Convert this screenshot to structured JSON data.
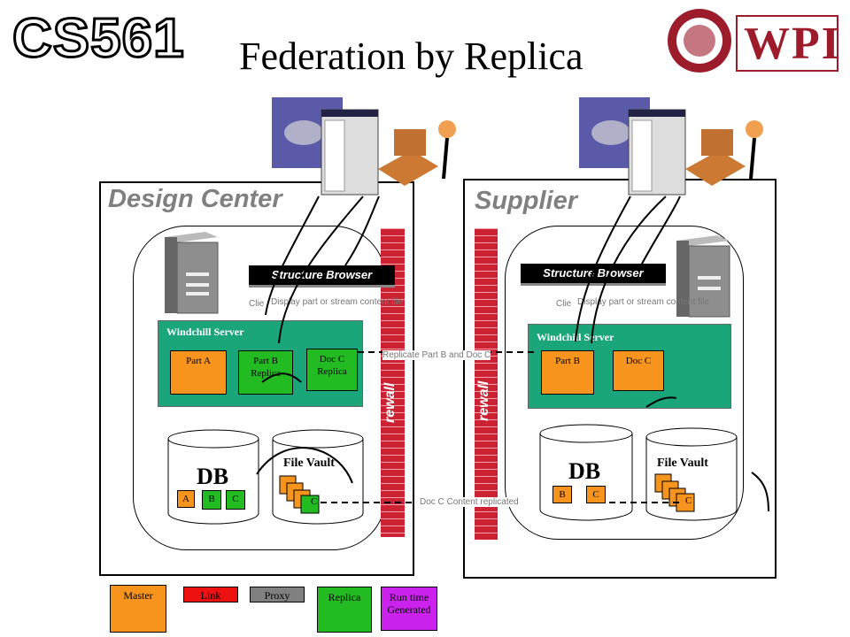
{
  "header": {
    "title": "Federation by Replica",
    "course_logo": "CS561",
    "brand_logo": "WPI"
  },
  "design_center": {
    "title": "Design Center",
    "structure_browser": "Structure Browser",
    "client_partial": "Clie",
    "display_note": "Display part or stream content file",
    "server_label": "Windchill Server",
    "docs": [
      "Part A",
      "Part B\nReplica",
      "Doc C\nReplica"
    ],
    "db_label": "DB",
    "db_items": [
      "A",
      "B",
      "C"
    ],
    "vault_label": "File Vault",
    "vault_item": "C"
  },
  "supplier": {
    "title": "Supplier",
    "structure_browser": "Structure Browser",
    "client_partial": "Clie",
    "display_note": "Display part or stream content file",
    "server_label": "Windchill Server",
    "docs": [
      "Part B",
      "Doc C"
    ],
    "db_label": "DB",
    "db_items": [
      "B",
      "C"
    ],
    "vault_label": "File Vault",
    "vault_item": "C"
  },
  "firewall_text": "rewall",
  "replicate_note": "Replicate Part B and Doc C",
  "content_note": "Doc C Content replicated",
  "legend": [
    "Master",
    "Link",
    "Proxy",
    "Replica",
    "Run time\nGenerated"
  ],
  "colors": {
    "master": "#f7941d",
    "link": "#ee1111",
    "proxy": "#808080",
    "replica": "#22bb22",
    "runtime": "#cc22ee",
    "server": "#1aa57a",
    "firewall": "#cc2233"
  }
}
